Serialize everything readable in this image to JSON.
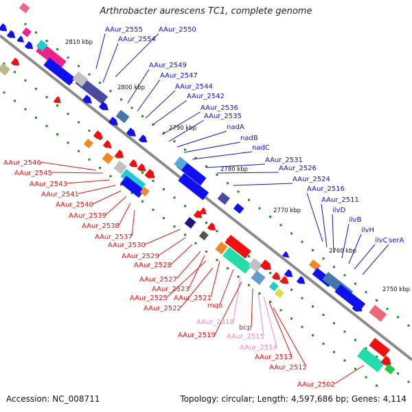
{
  "title": "Arthrobacter aurescens TC1, complete genome",
  "accession_text": "Accession: NC_008711",
  "topology_text": "Topology: circular; Length: 4,597,686 bp; Genes: 4,114",
  "colors": {
    "backbone": "#8a8a8a",
    "upper_labels": "#1010cc",
    "lower_labels": "#e01010",
    "pseudo_labels": "#ee88cc",
    "ticks": "#1a8a1a"
  },
  "kbp_marks": [
    "2810 kbp",
    "2800 kbp",
    "2790 kbp",
    "2780 kbp",
    "2770 kbp",
    "2760 kbp",
    "2750 kbp"
  ],
  "upper_genes": [
    "AAur_2555",
    "AAur_2550",
    "AAur_2554",
    "AAur_2549",
    "AAur_2547",
    "AAur_2544",
    "AAur_2542",
    "AAur_2536",
    "AAur_2535",
    "nadA",
    "nadB",
    "nadC",
    "AAur_2531",
    "AAur_2526",
    "AAur_2524",
    "AAur_2516",
    "AAur_2511",
    "ilvD",
    "ilvB",
    "ilvH",
    "ilvC",
    "serA"
  ],
  "lower_genes": [
    "AAur_2546",
    "AAur_2545",
    "AAur_2543",
    "AAur_2541",
    "AAur_2540",
    "AAur_2539",
    "AAur_2538",
    "AAur_2537",
    "AAur_2530",
    "AAur_2529",
    "AAur_2528",
    "AAur_2527",
    "AAur_2523",
    "AAur_2525",
    "AAur_2521",
    "AAur_2522",
    "mqo",
    "AAur_2518",
    "AAur_2519",
    "bcp",
    "AAur_2515",
    "AAur_2514",
    "AAur_2513",
    "AAur_2512",
    "AAur_2502"
  ],
  "pseudo_genes": [
    "AAur_2518",
    "AAur_2515",
    "AAur_2514"
  ]
}
